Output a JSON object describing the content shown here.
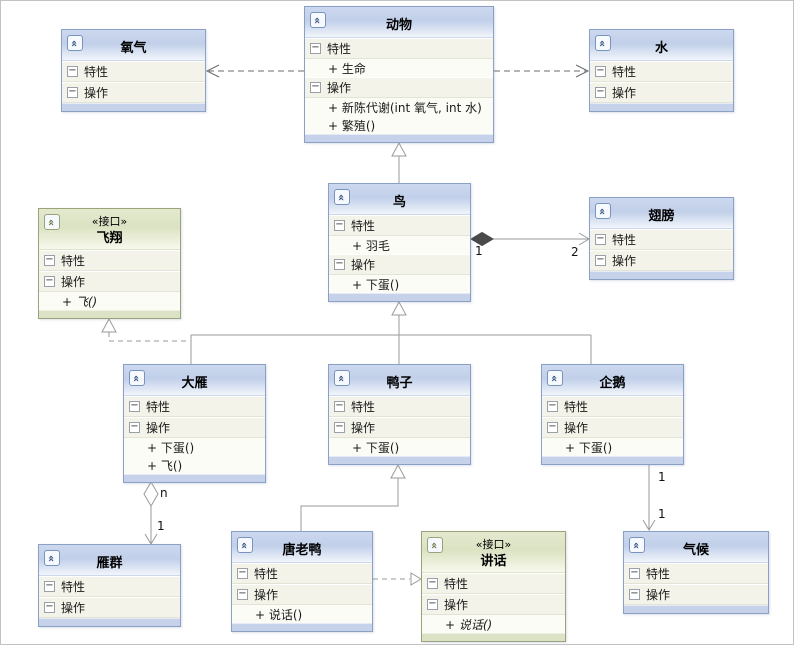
{
  "glyphs": {
    "collapse": "«",
    "expander": "−"
  },
  "diagram": {
    "classes": [
      {
        "title": "氧气",
        "sections": [
          {
            "label": "特性",
            "members": []
          },
          {
            "label": "操作",
            "members": []
          }
        ]
      },
      {
        "title": "动物",
        "sections": [
          {
            "label": "特性",
            "members": [
              "+ 生命"
            ]
          },
          {
            "label": "操作",
            "members": [
              "+ 新陈代谢(int 氧气, int 水)",
              "+ 繁殖()"
            ]
          }
        ]
      },
      {
        "title": "水",
        "sections": [
          {
            "label": "特性",
            "members": []
          },
          {
            "label": "操作",
            "members": []
          }
        ]
      },
      {
        "title": "飞翔",
        "stereotype": "«接口»",
        "sections": [
          {
            "label": "特性",
            "members": []
          },
          {
            "label": "操作",
            "members": [
              "+ 飞()"
            ]
          }
        ]
      },
      {
        "title": "鸟",
        "sections": [
          {
            "label": "特性",
            "members": [
              "+ 羽毛"
            ]
          },
          {
            "label": "操作",
            "members": [
              "+ 下蛋()"
            ]
          }
        ]
      },
      {
        "title": "翅膀",
        "sections": [
          {
            "label": "特性",
            "members": []
          },
          {
            "label": "操作",
            "members": []
          }
        ]
      },
      {
        "title": "大雁",
        "sections": [
          {
            "label": "特性",
            "members": []
          },
          {
            "label": "操作",
            "members": [
              "+ 下蛋()",
              "+ 飞()"
            ]
          }
        ]
      },
      {
        "title": "鸭子",
        "sections": [
          {
            "label": "特性",
            "members": []
          },
          {
            "label": "操作",
            "members": [
              "+ 下蛋()"
            ]
          }
        ]
      },
      {
        "title": "企鹅",
        "sections": [
          {
            "label": "特性",
            "members": []
          },
          {
            "label": "操作",
            "members": [
              "+ 下蛋()"
            ]
          }
        ]
      },
      {
        "title": "雁群",
        "sections": [
          {
            "label": "特性",
            "members": []
          },
          {
            "label": "操作",
            "members": []
          }
        ]
      },
      {
        "title": "唐老鸭",
        "sections": [
          {
            "label": "特性",
            "members": []
          },
          {
            "label": "操作",
            "members": [
              "+ 说话()"
            ]
          }
        ]
      },
      {
        "title": "讲话",
        "stereotype": "«接口»",
        "sections": [
          {
            "label": "特性",
            "members": []
          },
          {
            "label": "操作",
            "members": [
              "+ 说话()"
            ]
          }
        ]
      },
      {
        "title": "气候",
        "sections": [
          {
            "label": "特性",
            "members": []
          },
          {
            "label": "操作",
            "members": []
          }
        ]
      }
    ],
    "edges": [
      {
        "from": "动物",
        "to": "氧气",
        "type": "dependency"
      },
      {
        "from": "动物",
        "to": "水",
        "type": "dependency"
      },
      {
        "from": "鸟",
        "to": "动物",
        "type": "generalization"
      },
      {
        "from": "鸟",
        "to": "翅膀",
        "type": "composition",
        "source_label": "1",
        "target_label": "2"
      },
      {
        "from": "大雁",
        "to": "鸟",
        "type": "generalization"
      },
      {
        "from": "鸭子",
        "to": "鸟",
        "type": "generalization"
      },
      {
        "from": "企鹅",
        "to": "鸟",
        "type": "generalization"
      },
      {
        "from": "大雁",
        "to": "飞翔",
        "type": "realization"
      },
      {
        "from": "唐老鸭",
        "to": "鸭子",
        "type": "generalization"
      },
      {
        "from": "唐老鸭",
        "to": "讲话",
        "type": "realization"
      },
      {
        "from": "大雁",
        "to": "雁群",
        "type": "aggregation",
        "source_label": "n",
        "target_label": "1"
      },
      {
        "from": "企鹅",
        "to": "气候",
        "type": "association",
        "source_label": "1",
        "target_label": "1"
      }
    ]
  }
}
